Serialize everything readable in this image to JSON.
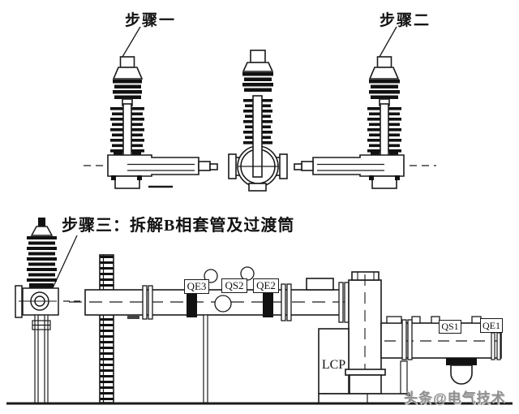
{
  "figure": {
    "type": "technical-line-diagram",
    "description": "GIS 断路器/套管拆解步骤示意图 (bushing disassembly procedure drawing)",
    "steps": {
      "one": "步骤一",
      "two": "步骤二",
      "three": "步骤三：拆解B相套管及过渡筒"
    },
    "equipment_labels": {
      "qe3": "QE3",
      "qs2": "QS2",
      "qe2": "QE2",
      "qs1": "QS1",
      "qe1": "QE1",
      "lcp": "LCP"
    }
  },
  "watermark": "头条@电气技术",
  "colors": {
    "line": "#1a1a1a",
    "solid_fill": "#111111",
    "background": "#ffffff",
    "watermark_gray": "#8f8f8f"
  }
}
